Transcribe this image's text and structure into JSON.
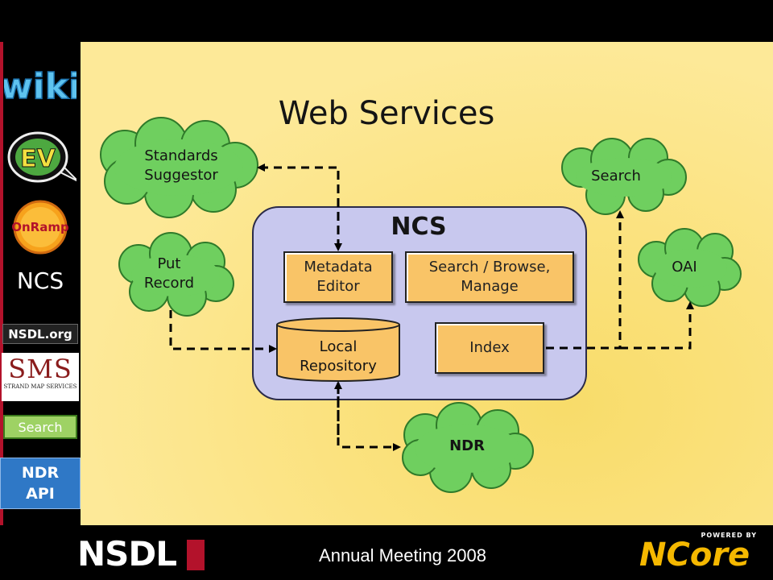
{
  "slide": {
    "title": "Web Services",
    "container_label": "NCS",
    "footer": "Annual Meeting 2008"
  },
  "sidebar": {
    "items": [
      {
        "label": "wiki"
      },
      {
        "label": "EV"
      },
      {
        "label": "OnRamp"
      },
      {
        "label": "NCS"
      },
      {
        "label": "NSDL.org"
      },
      {
        "label": "SMS",
        "sublabel": "STRAND MAP SERVICES"
      },
      {
        "label": "Search"
      },
      {
        "label": "NDR API"
      }
    ]
  },
  "clouds": {
    "standards": "Standards Suggestor",
    "standards_l1": "Standards",
    "standards_l2": "Suggestor",
    "put_l1": "Put",
    "put_l2": "Record",
    "search": "Search",
    "oai": "OAI",
    "ndr": "NDR"
  },
  "boxes": {
    "metadata_l1": "Metadata",
    "metadata_l2": "Editor",
    "search_l1": "Search / Browse,",
    "search_l2": "Manage",
    "repo_l1": "Local",
    "repo_l2": "Repository",
    "index": "Index"
  },
  "logos": {
    "nsdl": "NSDL",
    "ncore_powered": "POWERED BY",
    "ncore": "NCore"
  },
  "colors": {
    "cloud_fill": "#6fcf5f",
    "box_fill": "#f9c467",
    "container_fill": "#c8c8ee",
    "slide_bg": "#fde998",
    "sidebar_blue": "#2f78c6"
  }
}
